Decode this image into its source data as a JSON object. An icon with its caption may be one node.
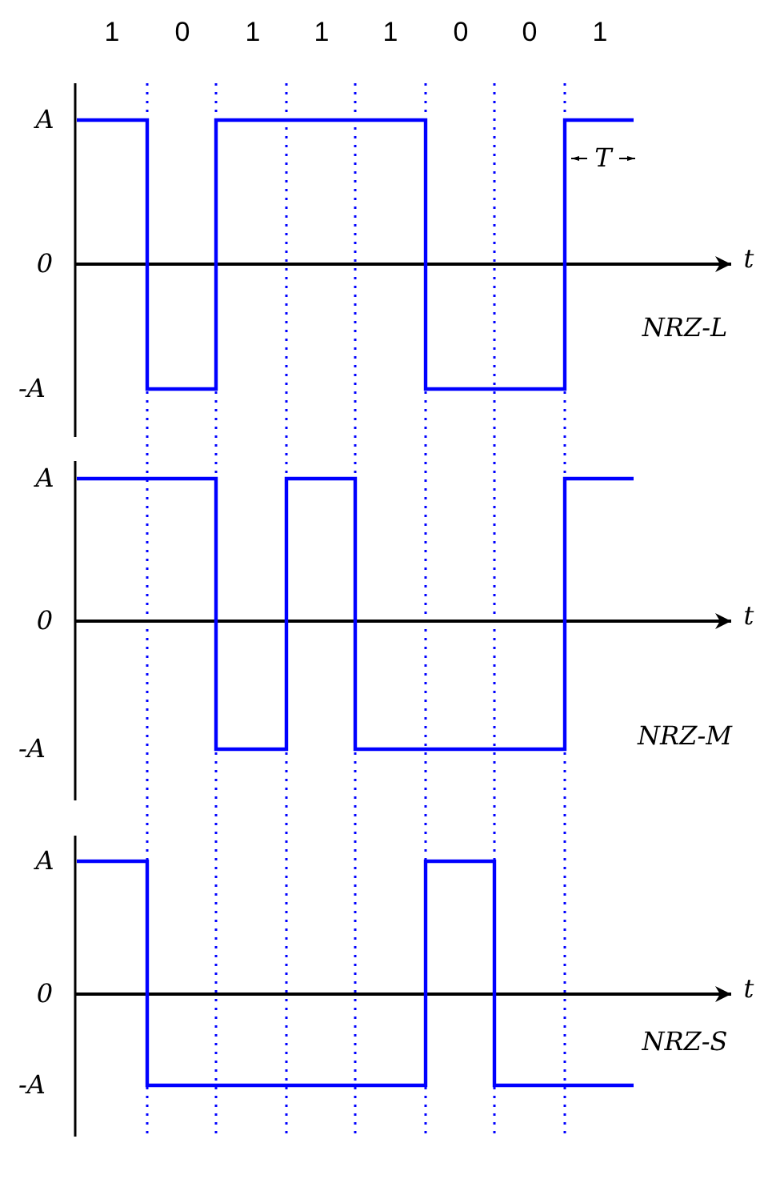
{
  "diagram": {
    "labels": [
      "1",
      "0",
      "1",
      "1",
      "1",
      "0",
      "0",
      "1",
      "A",
      "T",
      "0",
      "t",
      "NRZ-L",
      "-A",
      "A",
      "0",
      "t",
      "-A",
      "NRZ-M",
      "A",
      "0",
      "t",
      "NRZ-S",
      "-A"
    ]
  }
}
